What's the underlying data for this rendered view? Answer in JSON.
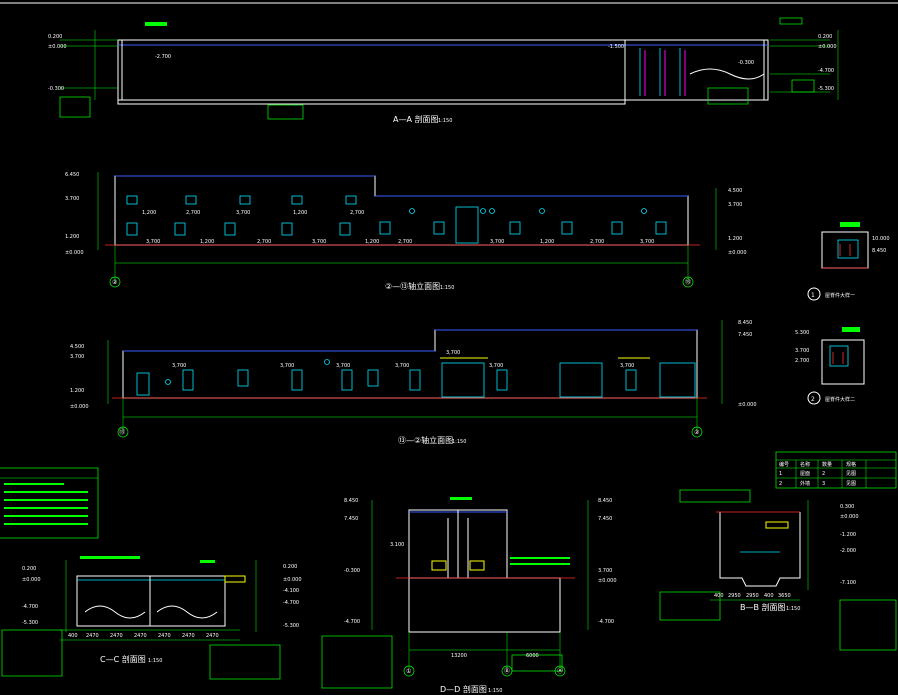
{
  "drawing": {
    "background": "#000000",
    "accent_colors": {
      "wall": "#ffffff",
      "annotation": "#00ff00",
      "roof": "#3a5cff",
      "window": "#00e5ff",
      "pipe": "#ff00ff",
      "light": "#ffff00",
      "ground": "#ff3030"
    }
  },
  "section_aa": {
    "title": "A—A 剖面图",
    "scale": "1:150",
    "elevations": [
      "0.200",
      "±0.000",
      "-0.300",
      "-2.700",
      "-1.500",
      "0.200",
      "±0.000",
      "-4.700",
      "-5.300",
      "-0.300"
    ]
  },
  "elevation_1": {
    "title": "②—⑬轴立面图",
    "scale": "1:150",
    "axis_left": "②",
    "axis_right": "⑬",
    "dims": [
      "1,200",
      "2,700",
      "3,700",
      "1,200",
      "2,700",
      "3,700",
      "1,200",
      "2,700",
      "3,700",
      "1,200",
      "2,700",
      "3,700",
      "1,200",
      "2,700",
      "3,700"
    ],
    "elevations_left": [
      "6.450",
      "3.700",
      "1.200",
      "±0.000"
    ],
    "elevations_right": [
      "4.500",
      "3.700",
      "1.200",
      "±0.000"
    ]
  },
  "elevation_2": {
    "title": "⑬—②轴立面图",
    "scale": "1:150",
    "axis_left": "⑬",
    "axis_right": "②",
    "dims": [
      "3,700",
      "3,700",
      "3,700",
      "3,700",
      "3,700",
      "3,700",
      "3,700"
    ],
    "elevations_left": [
      "4.500",
      "3.700",
      "1.200",
      "±0.000"
    ],
    "elevations_right": [
      "8.450",
      "7.450",
      "±0.000"
    ]
  },
  "detail_1": {
    "title": "屋脊件大样一",
    "number": "1",
    "elevations": [
      "10.000",
      "8.450"
    ]
  },
  "detail_2": {
    "title": "屋脊件大样二",
    "number": "2",
    "elevations": [
      "5.300",
      "3.700",
      "2.700"
    ]
  },
  "section_cc": {
    "title": "C—C 剖面图",
    "scale": "1:150",
    "elevations": [
      "0.200",
      "±0.000",
      "-4.700",
      "-5.300",
      "0.200",
      "±0.000",
      "-4.100",
      "-4.700",
      "-5.300"
    ],
    "dims": [
      "2470",
      "2470",
      "2470",
      "2470",
      "2470",
      "2470",
      "400"
    ]
  },
  "section_dd": {
    "title": "D—D 剖面图",
    "scale": "1:150",
    "axis_labels": [
      "①",
      "Ⓑ",
      "Ⓐ"
    ],
    "dims": [
      "13200",
      "6000"
    ],
    "elevations": [
      "8.450",
      "7.450",
      "3.100",
      "-0.300",
      "-4.700",
      "8.450",
      "7.450",
      "3.700",
      "±0.000",
      "-4.700"
    ]
  },
  "section_bb": {
    "title": "B—B 剖面图",
    "scale": "1:150",
    "elevations": [
      "0.300",
      "±0.000",
      "-1.200",
      "-2.000",
      "-7.100"
    ],
    "dims": [
      "400",
      "2950",
      "2950",
      "400",
      "3650"
    ]
  },
  "table": {
    "headers": [
      "编号",
      "名称",
      "数量",
      "规格"
    ],
    "rows": [
      [
        "1",
        "屋面",
        "2",
        "见图"
      ],
      [
        "2",
        "外墙",
        "3",
        "见图"
      ]
    ]
  }
}
